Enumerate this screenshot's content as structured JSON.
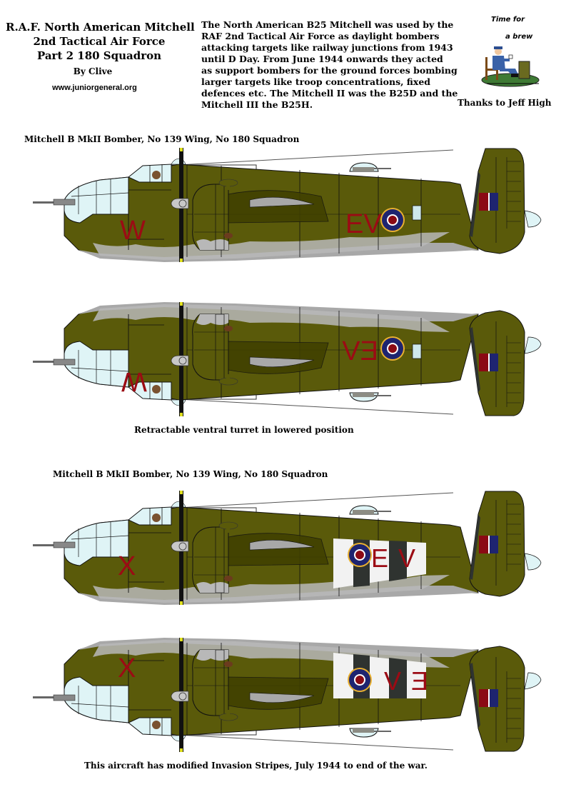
{
  "header": {
    "title_lines": [
      "R.A.F. North American Mitchell",
      "2nd Tactical Air Force",
      "Part 2 180 Squadron"
    ],
    "byline": "By Clive",
    "website": "www.juniorgeneral.org"
  },
  "description": "The North American B25 Mitchell was used by the\nRAF 2nd Tactical Air Force as daylight bombers\nattacking targets like railway junctions from 1943\nuntil D Day.  From June 1944 onwards they acted\nas support bombers for the ground forces bombing\nlarger targets like troop concentrations, fixed\ndefences etc.  The Mitchell II was the B25D and the\nMitchell III the B25H.",
  "credit": {
    "illustration_text_1": "Time for",
    "illustration_text_2": "a brew",
    "thanks": "Thanks to Jeff High"
  },
  "sections": [
    {
      "heading": "Mitchell B MkII Bomber, No 139 Wing, No 180 Squadron",
      "caption": "Retractable ventral turret in lowered position",
      "aircraft": [
        {
          "view": "left-side",
          "code_letters": "EV",
          "individual_letter": "W",
          "invasion_stripes": false
        },
        {
          "view": "right-side",
          "code_letters": "EV",
          "individual_letter": "W",
          "invasion_stripes": false
        }
      ]
    },
    {
      "heading": "Mitchell B MkII Bomber, No 139 Wing, No 180 Squadron",
      "caption": "This aircraft has modified Invasion Stripes, July 1944 to end of the war.",
      "aircraft": [
        {
          "view": "left-side",
          "code_letters": "EV",
          "individual_letter": "X",
          "invasion_stripes": true
        },
        {
          "view": "right-side",
          "code_letters": "EV",
          "individual_letter": "X",
          "invasion_stripes": true
        }
      ]
    }
  ],
  "colors": {
    "olive_drab": "#5a5a0a",
    "olive_dark": "#404000",
    "neutral_grey": "#a8a8a8",
    "glazing": "#dff4f6",
    "roundel_red": "#8b0a14",
    "roundel_blue": "#1e2470",
    "roundel_yellow": "#e8b030",
    "code_red": "#9b0b14",
    "stripe_black": "#2f3330",
    "stripe_white": "#f2f2f2"
  }
}
